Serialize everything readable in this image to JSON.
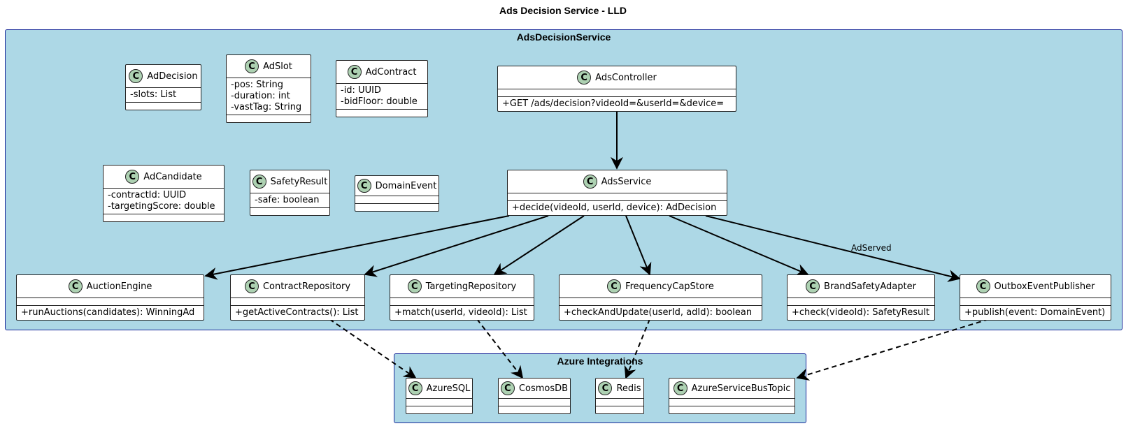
{
  "title": "Ads Decision Service - LLD",
  "packages": {
    "main": "AdsDecisionService",
    "azure": "Azure Integrations"
  },
  "class_badge": "C",
  "classes": {
    "AdDecision": {
      "name": "AdDecision",
      "attrs": [
        "-slots: List"
      ],
      "ops": []
    },
    "AdSlot": {
      "name": "AdSlot",
      "attrs": [
        "-pos: String",
        "-duration: int",
        "-vastTag: String"
      ],
      "ops": []
    },
    "AdContract": {
      "name": "AdContract",
      "attrs": [
        "-id: UUID",
        "-bidFloor: double"
      ],
      "ops": []
    },
    "AdsController": {
      "name": "AdsController",
      "attrs": [],
      "ops": [
        "+GET /ads/decision?videoId=&userId=&device="
      ]
    },
    "AdCandidate": {
      "name": "AdCandidate",
      "attrs": [
        "-contractId: UUID",
        "-targetingScore: double"
      ],
      "ops": []
    },
    "SafetyResult": {
      "name": "SafetyResult",
      "attrs": [
        "-safe: boolean"
      ],
      "ops": []
    },
    "DomainEvent": {
      "name": "DomainEvent",
      "attrs": [],
      "ops": []
    },
    "AdsService": {
      "name": "AdsService",
      "attrs": [],
      "ops": [
        "+decide(videoId, userId, device): AdDecision"
      ]
    },
    "AuctionEngine": {
      "name": "AuctionEngine",
      "attrs": [],
      "ops": [
        "+runAuctions(candidates): WinningAd"
      ]
    },
    "ContractRepository": {
      "name": "ContractRepository",
      "attrs": [],
      "ops": [
        "+getActiveContracts(): List"
      ]
    },
    "TargetingRepository": {
      "name": "TargetingRepository",
      "attrs": [],
      "ops": [
        "+match(userId, videoId): List"
      ]
    },
    "FrequencyCapStore": {
      "name": "FrequencyCapStore",
      "attrs": [],
      "ops": [
        "+checkAndUpdate(userId, adId): boolean"
      ]
    },
    "BrandSafetyAdapter": {
      "name": "BrandSafetyAdapter",
      "attrs": [],
      "ops": [
        "+check(videoId): SafetyResult"
      ]
    },
    "OutboxEventPublisher": {
      "name": "OutboxEventPublisher",
      "attrs": [],
      "ops": [
        "+publish(event: DomainEvent)"
      ]
    },
    "AzureSQL": {
      "name": "AzureSQL",
      "attrs": [],
      "ops": []
    },
    "CosmosDB": {
      "name": "CosmosDB",
      "attrs": [],
      "ops": []
    },
    "Redis": {
      "name": "Redis",
      "attrs": [],
      "ops": []
    },
    "AzureServiceBusTopic": {
      "name": "AzureServiceBusTopic",
      "attrs": [],
      "ops": []
    }
  },
  "edges": [
    {
      "from": "AdsController",
      "to": "AdsService",
      "style": "solid",
      "label": ""
    },
    {
      "from": "AdsService",
      "to": "AuctionEngine",
      "style": "solid",
      "label": ""
    },
    {
      "from": "AdsService",
      "to": "ContractRepository",
      "style": "solid",
      "label": ""
    },
    {
      "from": "AdsService",
      "to": "TargetingRepository",
      "style": "solid",
      "label": ""
    },
    {
      "from": "AdsService",
      "to": "FrequencyCapStore",
      "style": "solid",
      "label": ""
    },
    {
      "from": "AdsService",
      "to": "BrandSafetyAdapter",
      "style": "solid",
      "label": ""
    },
    {
      "from": "AdsService",
      "to": "OutboxEventPublisher",
      "style": "solid",
      "label": "AdServed"
    },
    {
      "from": "ContractRepository",
      "to": "AzureSQL",
      "style": "dashed",
      "label": ""
    },
    {
      "from": "TargetingRepository",
      "to": "CosmosDB",
      "style": "dashed",
      "label": ""
    },
    {
      "from": "FrequencyCapStore",
      "to": "Redis",
      "style": "dashed",
      "label": ""
    },
    {
      "from": "OutboxEventPublisher",
      "to": "AzureServiceBusTopic",
      "style": "dashed",
      "label": ""
    }
  ]
}
